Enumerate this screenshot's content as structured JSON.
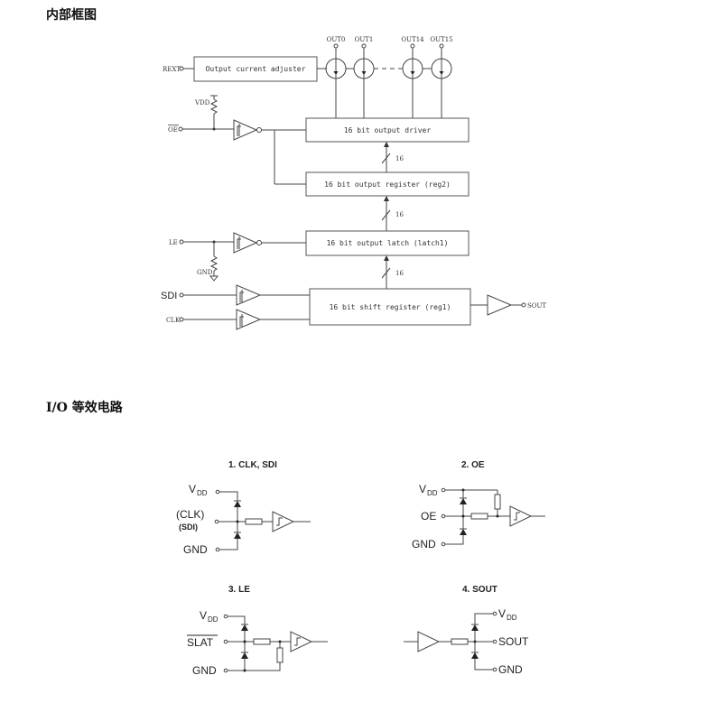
{
  "sections": {
    "block_diagram_title": "内部框图",
    "io_title": "I/O 等效电路"
  },
  "block_diagram": {
    "pins": {
      "rext": "REXT",
      "oe": "OE",
      "le": "LE",
      "sdi": "SDI",
      "clk": "CLK",
      "sout": "SOUT",
      "vdd": "VDD",
      "gnd": "GND"
    },
    "outputs": [
      "OUT0",
      "OUT1",
      "OUT14",
      "OUT15"
    ],
    "blocks": {
      "adjuster": "Output current adjuster",
      "driver": "16 bit output driver",
      "reg2": "16 bit output register (reg2)",
      "latch1": "16 bit output latch (latch1)",
      "reg1": "16 bit shift register (reg1)"
    },
    "bus_width": "16"
  },
  "io_circuits": [
    {
      "title": "1.  CLK,  SDI",
      "labels": {
        "vdd": "V",
        "vdd_sub": "DD",
        "pin1": "(CLK)",
        "pin2": "(SDI)",
        "gnd": "GND"
      }
    },
    {
      "title": "2.  OE",
      "labels": {
        "vdd": "V",
        "vdd_sub": "DD",
        "pin": "OE",
        "gnd": "GND"
      }
    },
    {
      "title": "3.  LE",
      "labels": {
        "vdd": "V",
        "vdd_sub": "DD",
        "pin": "SLAT",
        "gnd": "GND"
      }
    },
    {
      "title": "4. SOUT",
      "labels": {
        "vdd": "V",
        "vdd_sub": "DD",
        "pin": "SOUT",
        "gnd": "GND"
      }
    }
  ]
}
